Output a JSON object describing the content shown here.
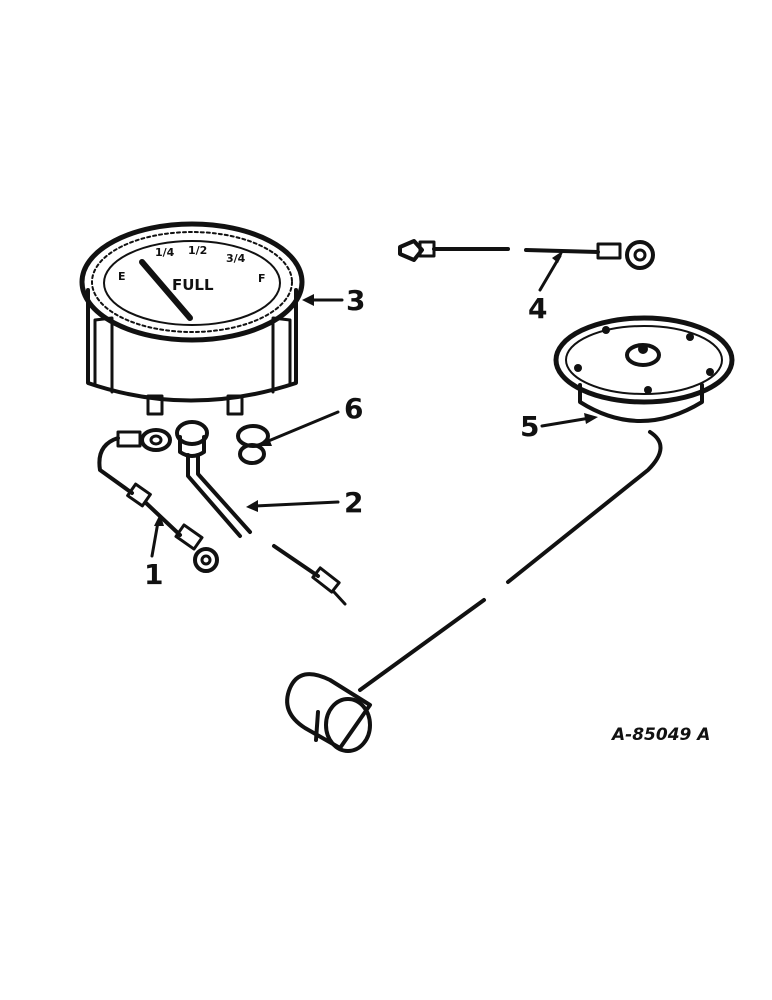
{
  "diagram": {
    "dial": {
      "word": "FULL",
      "fractions": [
        "E",
        "1/4",
        "1/2",
        "3/4",
        "F"
      ]
    },
    "callouts": [
      {
        "id": "1",
        "label": "1"
      },
      {
        "id": "2",
        "label": "2"
      },
      {
        "id": "3",
        "label": "3"
      },
      {
        "id": "4",
        "label": "4"
      },
      {
        "id": "5",
        "label": "5"
      },
      {
        "id": "6",
        "label": "6"
      }
    ],
    "reference_code": "A-85049 A",
    "colors": {
      "ink": "#111111",
      "paper": "#ffffff"
    }
  }
}
